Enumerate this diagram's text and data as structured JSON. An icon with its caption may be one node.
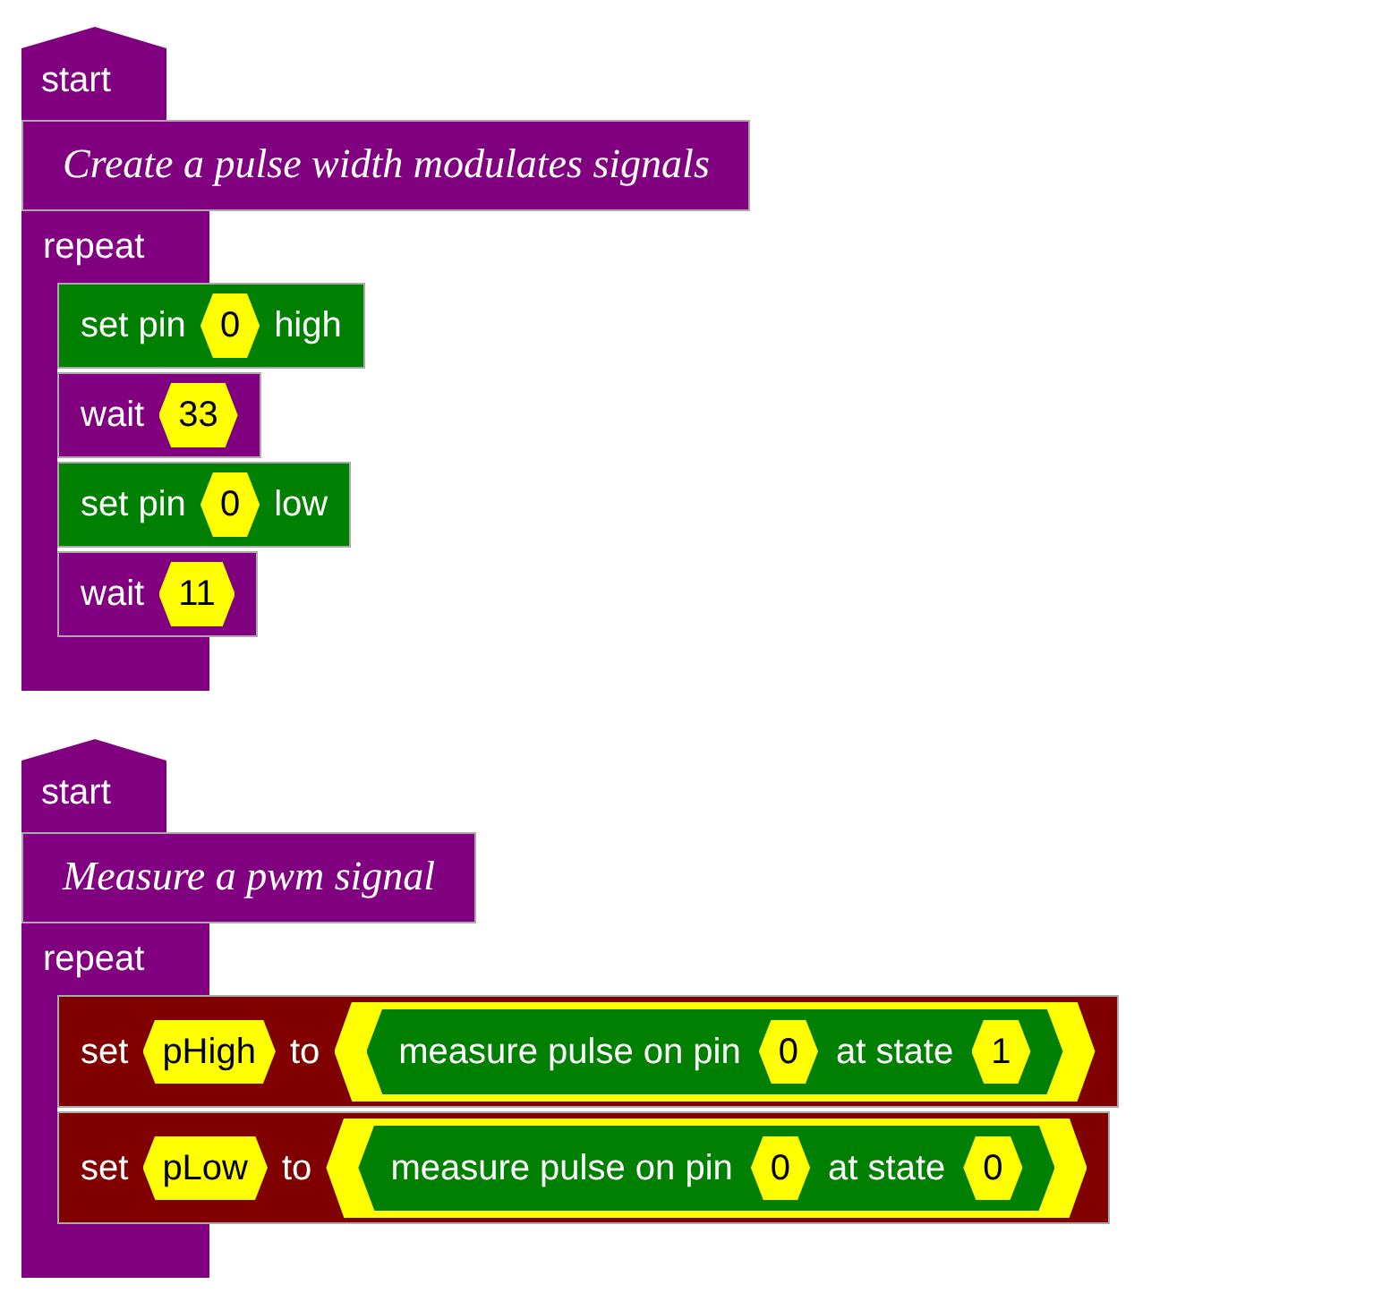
{
  "diagram": {
    "nodes": [
      {
        "text": [
          "start"
        ]
      },
      {
        "text": [
          "Create a pulse width modulates signals"
        ]
      },
      {
        "text": [
          "repeat"
        ]
      },
      {
        "text": [
          "set pin",
          "high"
        ],
        "in": 2
      },
      {
        "text": [
          "0"
        ],
        "in": 3
      },
      {
        "text": [
          "wait"
        ],
        "in": 2
      },
      {
        "text": [
          "33"
        ],
        "in": 5
      },
      {
        "text": [
          "set pin",
          "low"
        ],
        "in": 2
      },
      {
        "text": [
          "0"
        ],
        "in": 7
      },
      {
        "text": [
          "wait"
        ],
        "in": 2
      },
      {
        "text": [
          "11"
        ],
        "in": 9
      },
      {
        "text": [
          "start"
        ]
      },
      {
        "text": [
          "Measure a pwm signal"
        ]
      },
      {
        "text": [
          "repeat"
        ]
      },
      {
        "text": [
          "set",
          "to"
        ],
        "in": 13
      },
      {
        "text": [
          "pHigh"
        ],
        "in": 14
      },
      {
        "text": [],
        "shape": "hexagon",
        "in": 14
      },
      {
        "text": [
          "measure pulse on pin",
          "at state"
        ],
        "in": 16
      },
      {
        "text": [
          "0"
        ],
        "in": 17
      },
      {
        "text": [
          "1"
        ],
        "in": 17
      },
      {
        "text": [
          "set",
          "to"
        ],
        "in": 13
      },
      {
        "text": [
          "pLow"
        ],
        "in": 20
      },
      {
        "text": [],
        "shape": "hexagon",
        "in": 20
      },
      {
        "text": [
          "measure pulse on pin",
          "at state"
        ],
        "in": 22
      },
      {
        "text": [
          "0"
        ],
        "in": 23
      },
      {
        "text": [
          "0"
        ],
        "in": 23
      }
    ]
  }
}
